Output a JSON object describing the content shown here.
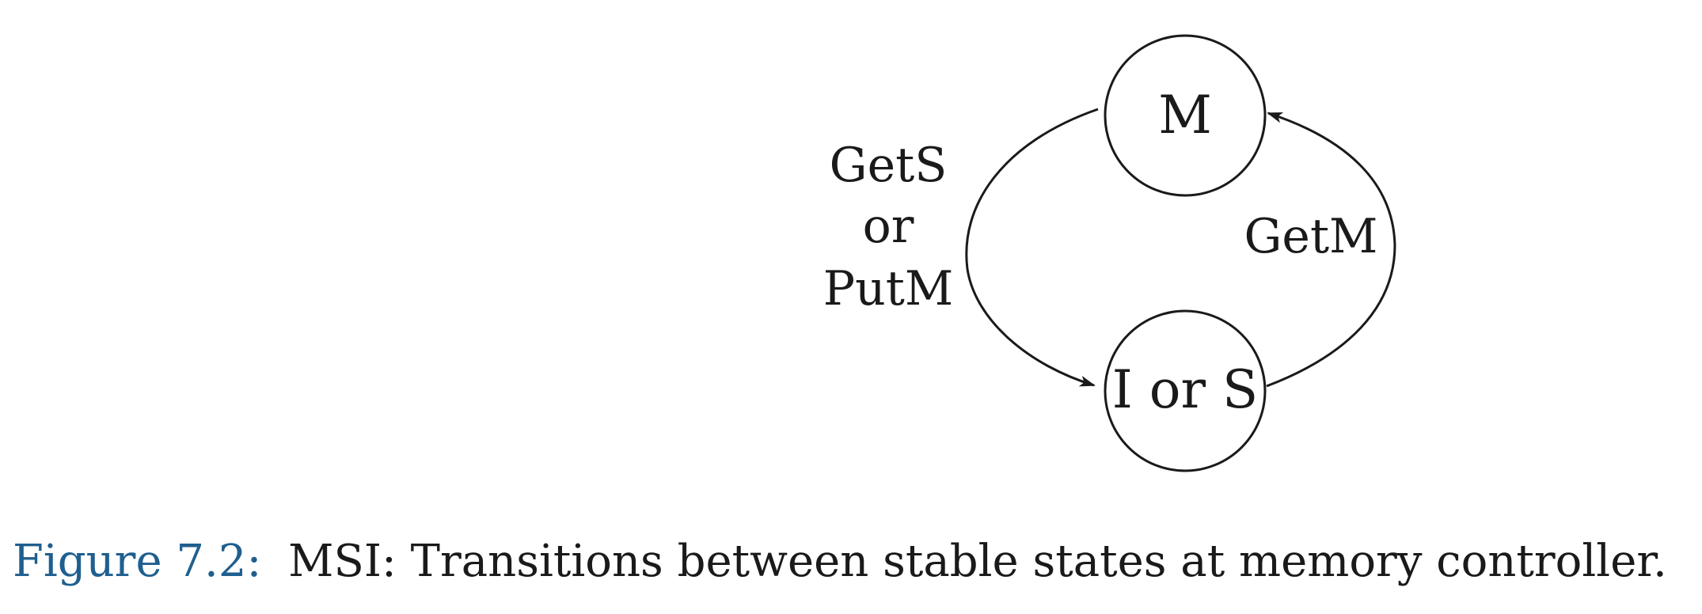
{
  "diagram": {
    "states": {
      "m": "M",
      "i_or_s": "I or S"
    },
    "edges": {
      "left_label_lines": [
        "GetS",
        "or",
        "PutM"
      ],
      "right_label": "GetM"
    }
  },
  "caption": {
    "number": "Figure 7.2:",
    "text": "MSI: Transitions between stable states at memory controller.",
    "number_color": "#1f5f8f"
  }
}
